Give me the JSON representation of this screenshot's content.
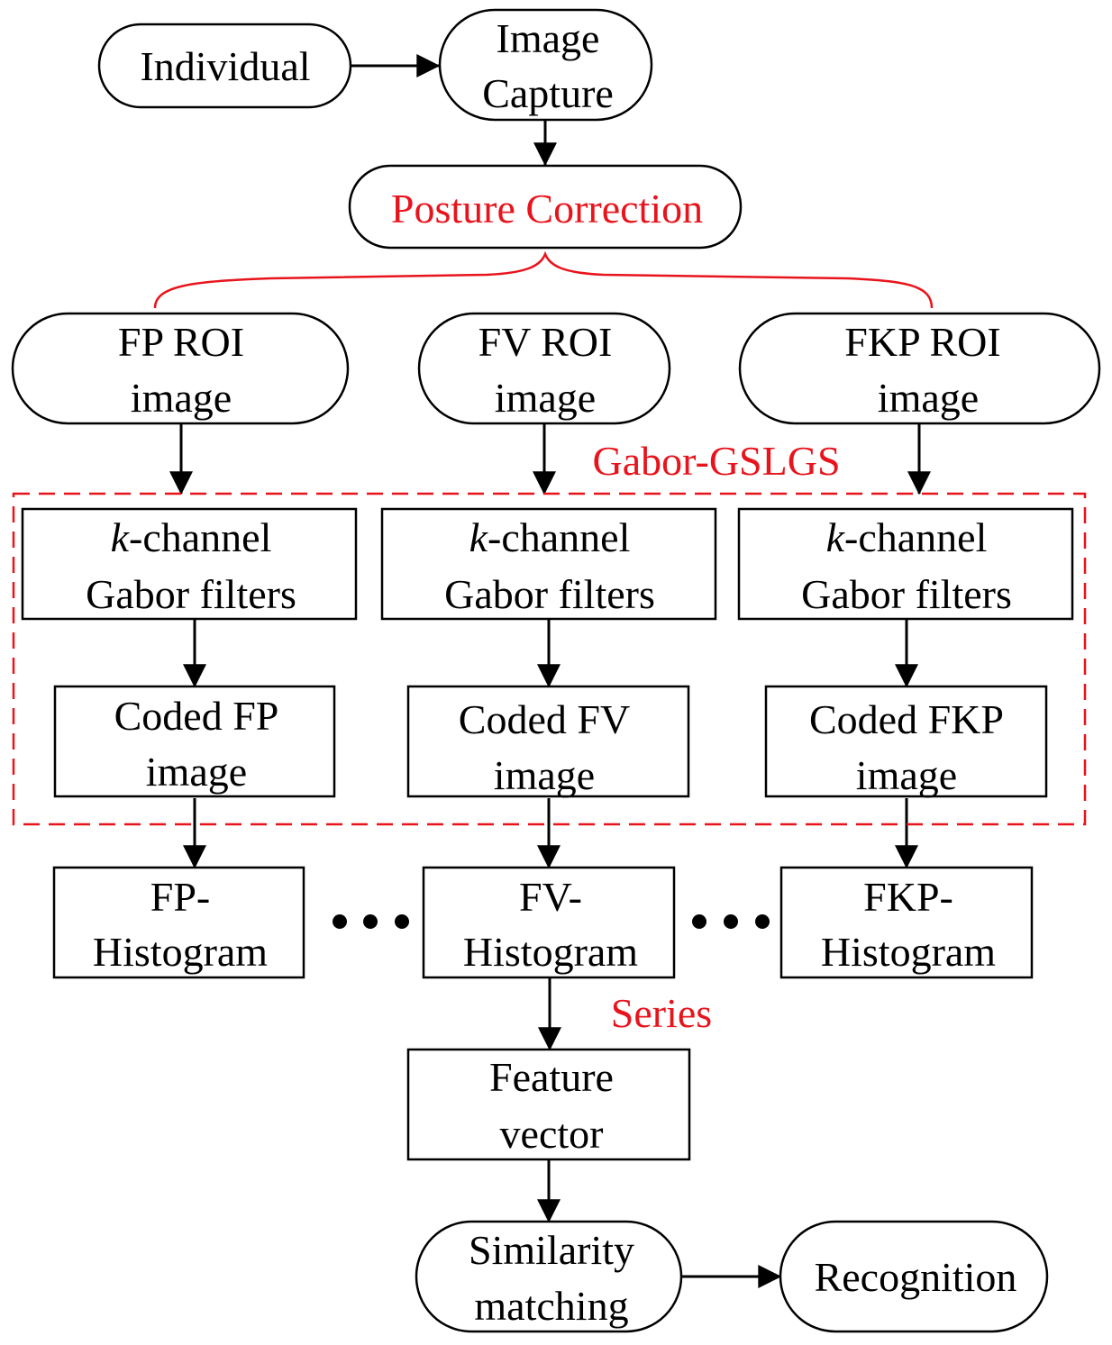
{
  "nodes": {
    "individual": "Individual",
    "image_capture": [
      "Image",
      "Capture"
    ],
    "posture_correction": "Posture Correction",
    "fp_roi": [
      "FP ROI",
      "image"
    ],
    "fv_roi": [
      "FV ROI",
      "image"
    ],
    "fkp_roi": [
      "FKP ROI",
      "image"
    ],
    "gabor_fp": {
      "k": "k",
      "suffix": "-channel",
      "line2": "Gabor filters"
    },
    "gabor_fv": {
      "k": "k",
      "suffix": "-channel",
      "line2": "Gabor filters"
    },
    "gabor_fkp": {
      "k": "k",
      "suffix": "-channel",
      "line2": "Gabor filters"
    },
    "coded_fp": [
      "Coded FP",
      "image"
    ],
    "coded_fv": [
      "Coded FV",
      "image"
    ],
    "coded_fkp": [
      "Coded FKP",
      "image"
    ],
    "fp_hist": [
      "FP-",
      "Histogram"
    ],
    "fv_hist": [
      "FV-",
      "Histogram"
    ],
    "fkp_hist": [
      "FKP-",
      "Histogram"
    ],
    "feature_vector": [
      "Feature",
      "vector"
    ],
    "similarity": [
      "Similarity",
      "matching"
    ],
    "recognition": "Recognition"
  },
  "annotations": {
    "gabor_group": "Gabor-GSLGS",
    "series": "Series"
  },
  "colors": {
    "accent": "#e8141c",
    "stroke": "#000000",
    "background": "#ffffff"
  }
}
